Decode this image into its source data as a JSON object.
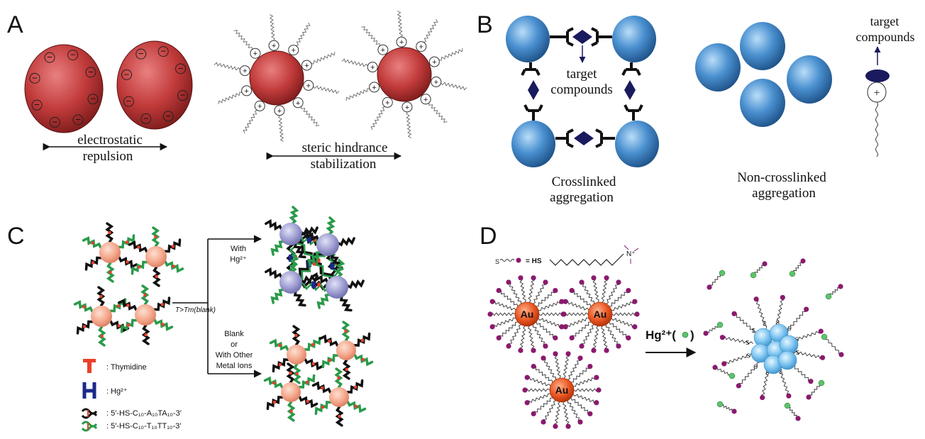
{
  "panels": {
    "a": {
      "letter": "A",
      "label_repulsion_1": "electrostatic",
      "label_repulsion_2": "repulsion",
      "label_steric_1": "steric hindrance",
      "label_steric_2": "stabilization",
      "minus_sign": "−",
      "plus_sign": "+",
      "particle_color": "#c23b3b"
    },
    "b": {
      "letter": "B",
      "target_1": "target",
      "target_2": "compounds",
      "right_target_1": "target",
      "right_target_2": "compounds",
      "crosslinked_1": "Crosslinked",
      "crosslinked_2": "aggregation",
      "noncross_1": "Non-crosslinked",
      "noncross_2": "aggregation",
      "plus_sign": "+",
      "particle_color": "#4a90d0",
      "ligand_color": "#1a1a5e"
    },
    "c": {
      "letter": "C",
      "with_1": "With",
      "with_2": "Hg²⁺",
      "temp_label": "T>Tm(blank)",
      "blank_1": "Blank",
      "blank_2": "or",
      "blank_3": "With Other",
      "blank_4": "Metal Ions",
      "legend_thymidine": ": Thymidine",
      "legend_hg": ": Hg²⁺",
      "legend_seq1": ": 5′-HS-C₁₀-A₁₀TA₁₀-3′",
      "legend_seq2": ": 5′-HS-C₁₀-T₁₀TT₁₀-3′",
      "particle_color": "#f4a58a",
      "aggregate_color": "#9a9ad0"
    },
    "d": {
      "letter": "D",
      "ligand_s": "S",
      "ligand_eq": "= HS",
      "ligand_n": "N⁺",
      "au_label": "Au",
      "reagent": "Hg²⁺(",
      "reagent_close": ")",
      "s_label": "S",
      "au_color": "#e8531f",
      "cluster_color": "#7cc4f0",
      "head_color": "#8a1a6e",
      "hg_color": "#5cc46a"
    }
  }
}
